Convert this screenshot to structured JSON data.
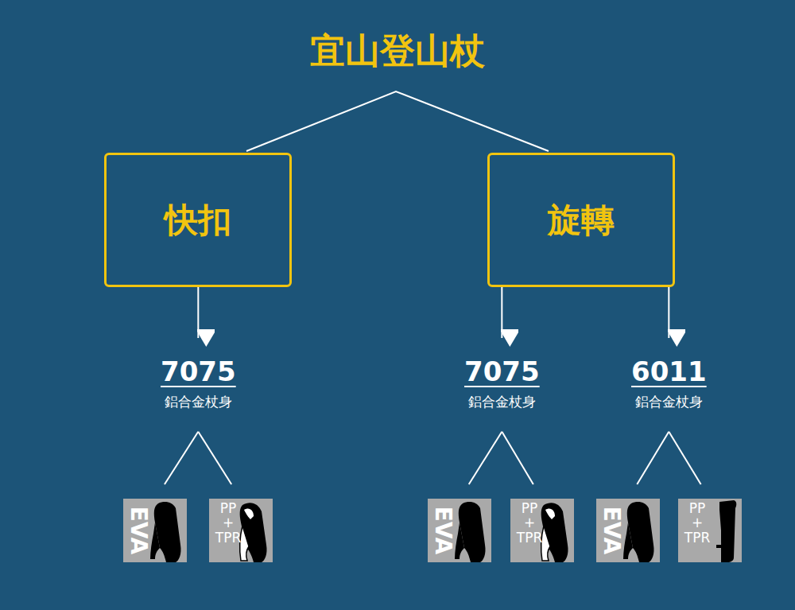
{
  "diagram": {
    "title": "宜山登山杖",
    "nodes": [
      {
        "text": [
          "快扣"
        ]
      },
      {
        "text": [
          "旋轉"
        ]
      },
      {
        "text": [
          "7075",
          "鋁合金杖身"
        ]
      },
      {
        "text": [
          "7075",
          "鋁合金杖身"
        ]
      },
      {
        "text": [
          "6011",
          "鋁合金杖身"
        ]
      },
      {
        "text": [
          "EVA"
        ]
      },
      {
        "text": [
          "PP + TPR"
        ]
      },
      {
        "text": [
          "EVA"
        ]
      },
      {
        "text": [
          "PP + TPR"
        ]
      },
      {
        "text": [
          "EVA"
        ]
      },
      {
        "text": [
          "PP + TPR"
        ]
      }
    ],
    "edges": [
      {
        "from": 0,
        "to": 2,
        "arrow": "to"
      },
      {
        "from": 1,
        "to": 3,
        "arrow": "to"
      },
      {
        "from": 1,
        "to": 4,
        "arrow": "to"
      },
      {
        "from": 2,
        "to": 5,
        "arrow": "none"
      },
      {
        "from": 2,
        "to": 6,
        "arrow": "none"
      },
      {
        "from": 3,
        "to": 7,
        "arrow": "none"
      },
      {
        "from": 3,
        "to": 8,
        "arrow": "none"
      },
      {
        "from": 4,
        "to": 9,
        "arrow": "none"
      },
      {
        "from": 4,
        "to": 10,
        "arrow": "none"
      }
    ]
  }
}
